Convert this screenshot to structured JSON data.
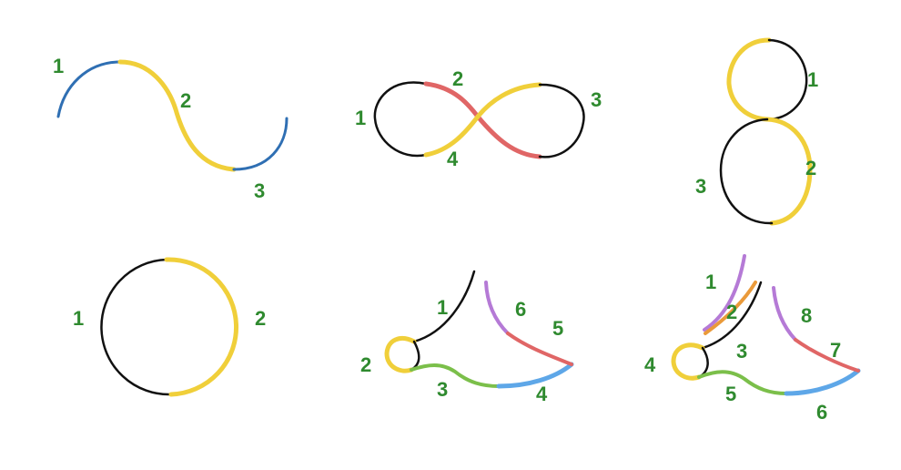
{
  "colors": {
    "black": "#111111",
    "blue": "#2f6fb3",
    "yellow": "#f0cf3a",
    "red": "#e06666",
    "green": "#7bbf4a",
    "light_blue": "#5ea7e8",
    "purple": "#b57ad6",
    "orange": "#ea9a3a",
    "label": "#2f8a2f"
  },
  "panels": {
    "s_curve": {
      "labels": [
        "1",
        "2",
        "3"
      ]
    },
    "figure_eight_horizontal": {
      "labels": [
        "1",
        "2",
        "3",
        "4"
      ]
    },
    "figure_eight_vertical": {
      "labels": [
        "1",
        "2",
        "3"
      ]
    },
    "circle": {
      "labels": [
        "1",
        "2"
      ]
    },
    "loop_six": {
      "labels": [
        "1",
        "2",
        "3",
        "4",
        "5",
        "6"
      ]
    },
    "loop_eight": {
      "labels": [
        "1",
        "2",
        "3",
        "4",
        "5",
        "6",
        "7",
        "8"
      ]
    }
  }
}
